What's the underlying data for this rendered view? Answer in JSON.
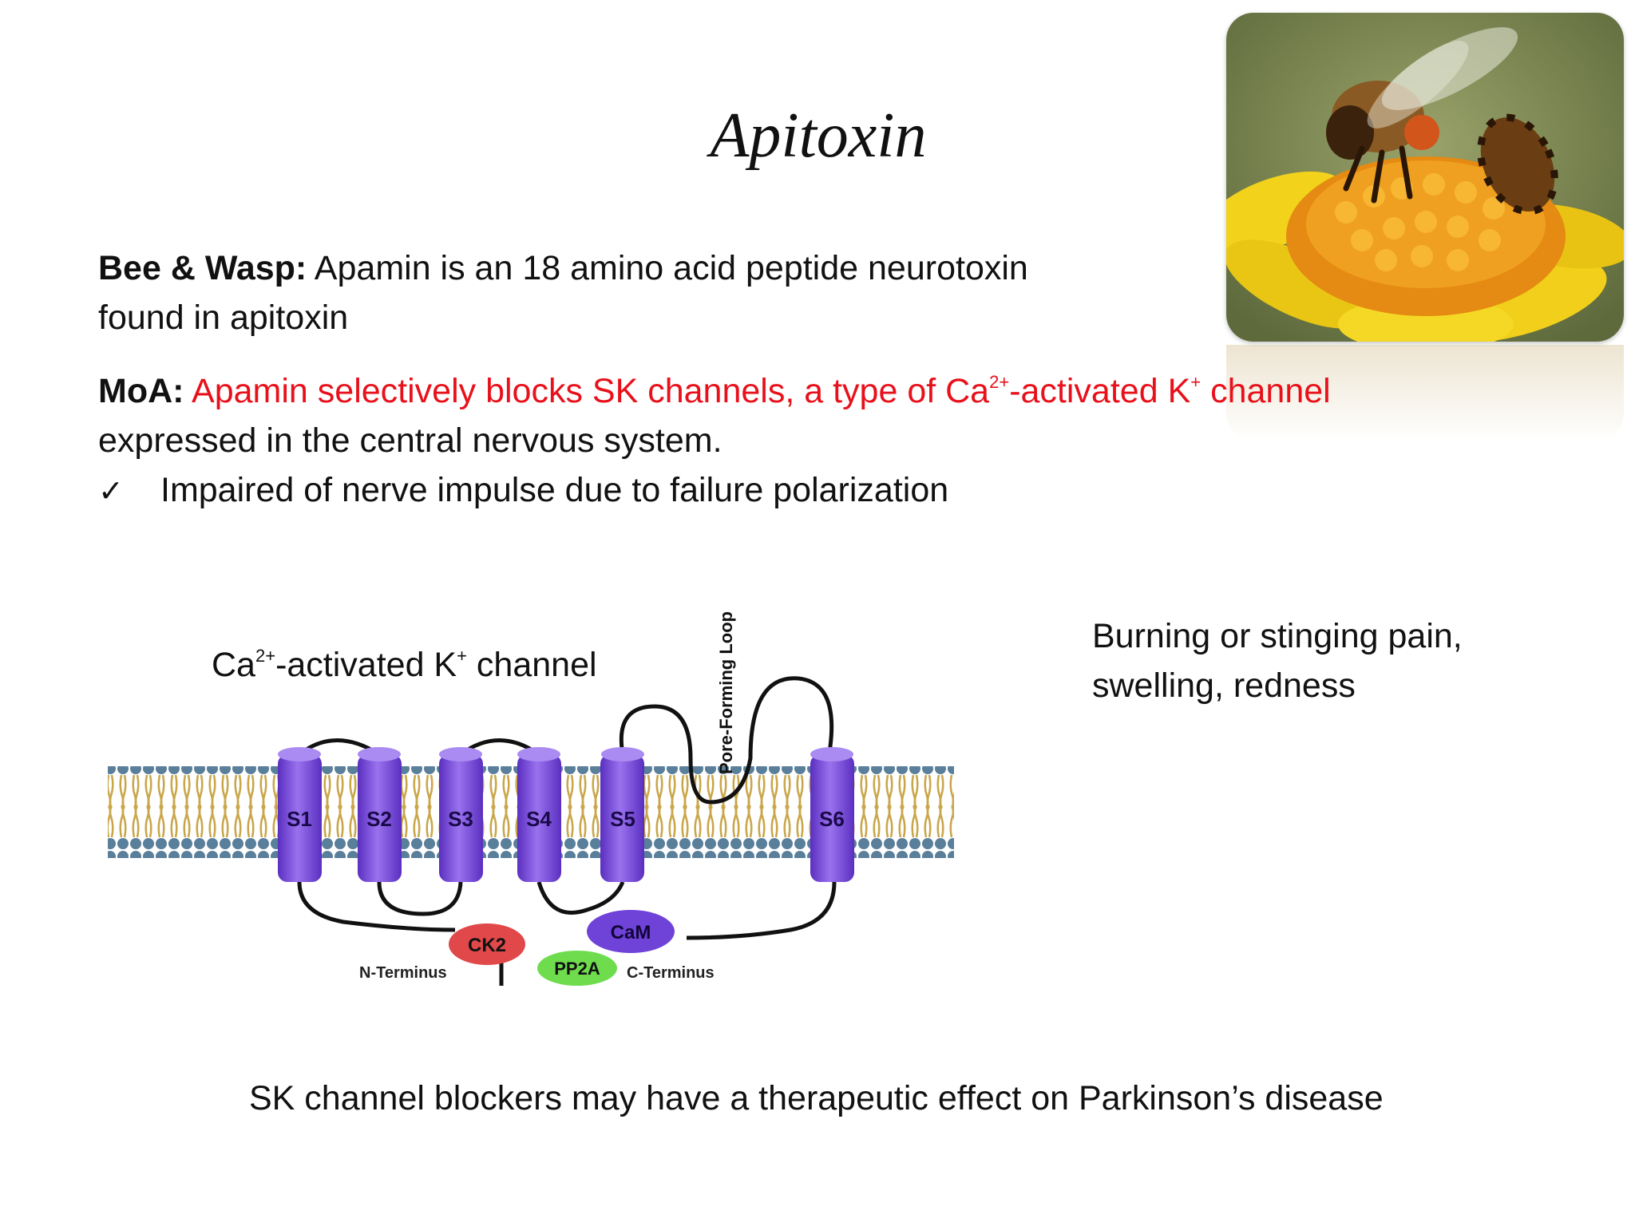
{
  "slide": {
    "title": "Apitoxin",
    "intro": {
      "label": "Bee & Wasp:",
      "line1": " Apamin is an 18 amino acid peptide neurotoxin",
      "line2": "found in apitoxin"
    },
    "moa": {
      "label": "MoA:",
      "red_part1": " Apamin selectively blocks SK channels, a type of Ca",
      "red_sup1": "2+",
      "red_part2": "-activated K",
      "red_sup2": "+",
      "red_part3": " channel",
      "line2": "expressed in the central nervous system."
    },
    "bullet": {
      "icon": "checkmark-icon",
      "text": "Impaired of nerve impulse due to failure polarization"
    },
    "diagram": {
      "label_part1": "Ca",
      "label_sup1": "2+",
      "label_part2": "-activated K",
      "label_sup2": "+",
      "label_part3": " channel",
      "segments": [
        "S1",
        "S2",
        "S3",
        "S4",
        "S5",
        "S6"
      ],
      "loop_label": "Pore-Forming Loop",
      "ck2": "CK2",
      "cam": "CaM",
      "pp2a": "PP2A",
      "n_terminus": "N-Terminus",
      "c_terminus": "C-Terminus"
    },
    "side_note": {
      "line1": "Burning or stinging pain,",
      "line2": "swelling, redness"
    },
    "footer": "SK channel blockers may have a therapeutic effect on Parkinson’s disease"
  },
  "colors": {
    "accent_red": "#e8111b",
    "helix_purple": "#7a4fd6",
    "ck2_red": "#e0484a",
    "cam_purple": "#6f42d8",
    "pp2a_green": "#6fdc4e"
  }
}
